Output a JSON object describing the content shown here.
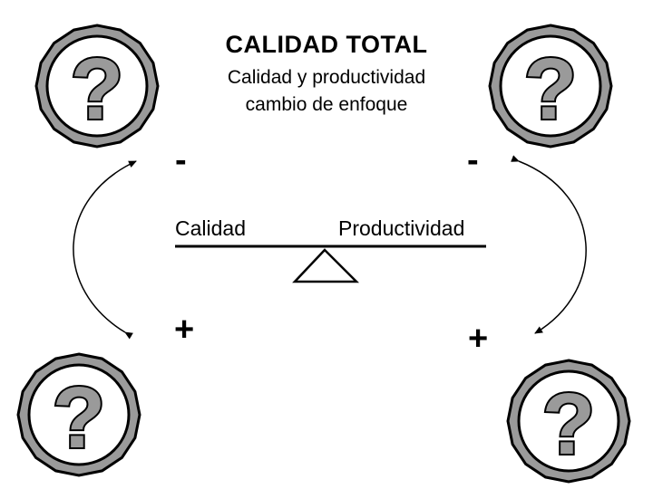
{
  "title": "CALIDAD TOTAL",
  "subtitle_line1": "Calidad y productividad",
  "subtitle_line2": "cambio de enfoque",
  "balance": {
    "left_label": "Calidad",
    "right_label": "Productividad"
  },
  "signs": {
    "top_left": "-",
    "top_right": "-",
    "bottom_left": "+",
    "bottom_right": "+"
  },
  "icons": {
    "question_mark": "?",
    "icon_name": "question-mark-icon"
  }
}
